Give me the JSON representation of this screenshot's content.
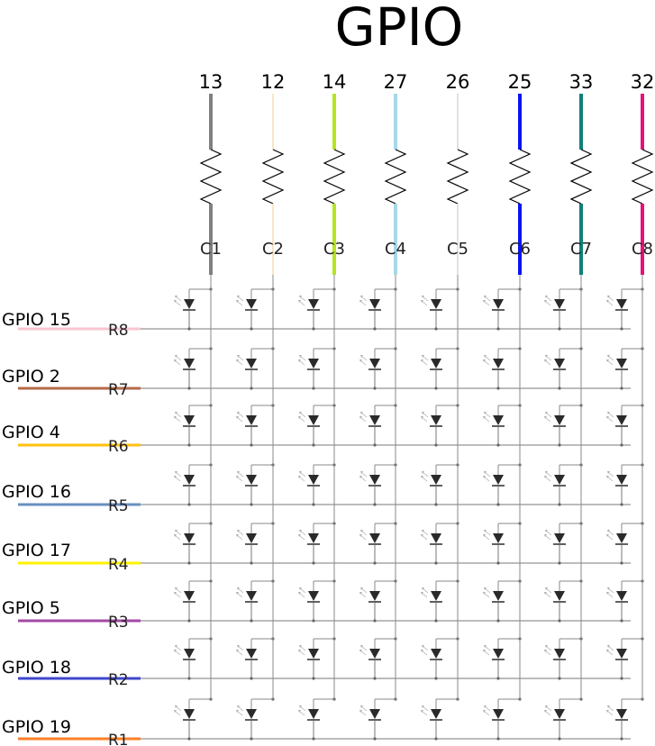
{
  "title": "GPIO",
  "columns": [
    {
      "pin": "13",
      "label": "C1",
      "color": "#808080",
      "bold": true
    },
    {
      "pin": "12",
      "label": "C2",
      "color": "#f5deb3",
      "bold": false
    },
    {
      "pin": "14",
      "label": "C3",
      "color": "#b5e61d",
      "bold": true
    },
    {
      "pin": "27",
      "label": "C4",
      "color": "#a8d8e8",
      "bold": true
    },
    {
      "pin": "26",
      "label": "C5",
      "color": "#d8d8d8",
      "bold": false
    },
    {
      "pin": "25",
      "label": "C6",
      "color": "#0a14f0",
      "bold": true
    },
    {
      "pin": "33",
      "label": "C7",
      "color": "#108078",
      "bold": true
    },
    {
      "pin": "32",
      "label": "C8",
      "color": "#e8107a",
      "bold": true
    }
  ],
  "rows": [
    {
      "gpio": "GPIO 15",
      "label": "R8",
      "color": "#f6c6d2"
    },
    {
      "gpio": "GPIO 2",
      "label": "R7",
      "color": "#b56b4a"
    },
    {
      "gpio": "GPIO 4",
      "label": "R6",
      "color": "#ffc20e"
    },
    {
      "gpio": "GPIO 16",
      "label": "R5",
      "color": "#6a8fc0"
    },
    {
      "gpio": "GPIO 17",
      "label": "R4",
      "color": "#fff200"
    },
    {
      "gpio": "GPIO 5",
      "label": "R3",
      "color": "#a349a4"
    },
    {
      "gpio": "GPIO 18",
      "label": "R2",
      "color": "#3f48cc"
    },
    {
      "gpio": "GPIO 19",
      "label": "R1",
      "color": "#ff7f27"
    }
  ]
}
